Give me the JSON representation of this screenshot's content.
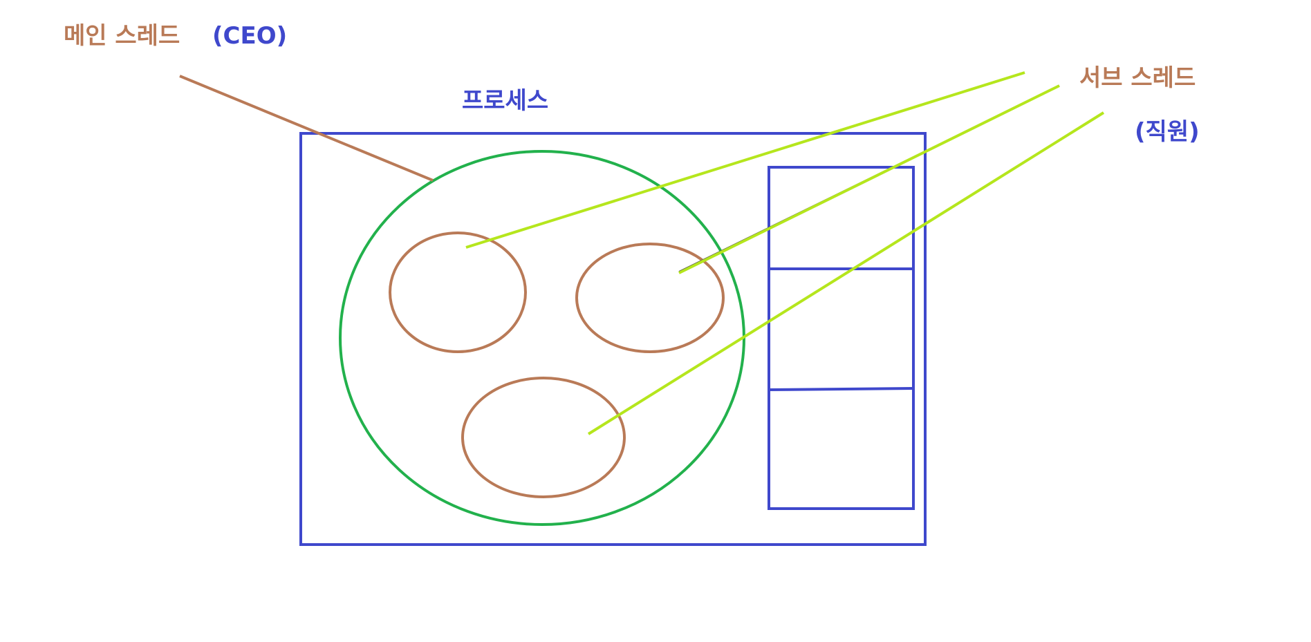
{
  "labels": {
    "main_thread": "메인 스레드",
    "main_thread_role": "(CEO)",
    "process": "프로세스",
    "sub_thread": "서브 스레드",
    "sub_thread_role": "(직원)"
  },
  "colors": {
    "blue": "#3f48cc",
    "brown": "#b97a57",
    "green": "#22b14c",
    "lime": "#b5e61d",
    "background": "#ffffff"
  }
}
